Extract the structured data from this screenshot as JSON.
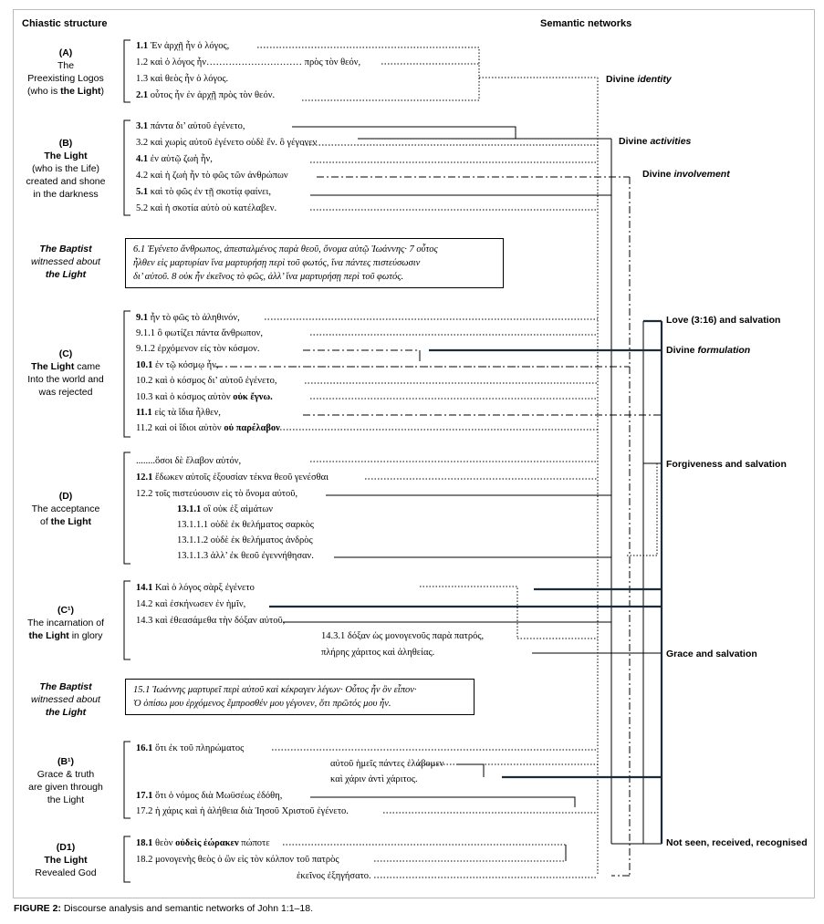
{
  "headers": {
    "left": "Chiastic structure",
    "right": "Semantic networks"
  },
  "sections": [
    {
      "id": "A",
      "label": [
        "(A)",
        "The",
        "Preexisting Logos",
        "(who is the Light)"
      ]
    },
    {
      "id": "B",
      "label": [
        "(B)",
        "The Light",
        "(who is the Life)",
        "created and shone",
        "in the darkness"
      ]
    },
    {
      "id": "Baptist1",
      "label": [
        "The Baptist",
        "witnessed about",
        "the Light"
      ]
    },
    {
      "id": "C",
      "label": [
        "(C)",
        "The Light came",
        "Into the world and",
        "was rejected"
      ]
    },
    {
      "id": "D",
      "label": [
        "(D)",
        "The acceptance",
        "of the Light"
      ]
    },
    {
      "id": "C1",
      "label": [
        "(C¹)",
        "The incarnation of",
        "the Light in glory"
      ]
    },
    {
      "id": "Baptist2",
      "label": [
        "The Baptist",
        "witnessed about",
        "the Light"
      ]
    },
    {
      "id": "B1",
      "label": [
        "(B¹)",
        "Grace & truth",
        "are given through",
        "the Light"
      ]
    },
    {
      "id": "D1",
      "label": [
        "(D1)",
        "The Light",
        "Revealed God"
      ]
    }
  ],
  "verses": {
    "v1_1": {
      "num": "1.1",
      "text": "Ἐν ἀρχῇ ἦν ὁ λόγος,"
    },
    "v1_2": {
      "num": "",
      "text": "1.2 καὶ ὁ λόγος ἦν………………………… πρὸς τὸν θεόν,"
    },
    "v1_3": {
      "num": "",
      "text": "1.3 καὶ θεὸς ἦν ὁ λόγος."
    },
    "v2_1": {
      "num": "2.1",
      "text": "οὗτος ἦν ἐν ἀρχῇ πρὸς τὸν θεόν."
    },
    "v3_1": {
      "num": "3.1",
      "text": "πάντα δι’ αὐτοῦ ἐγένετο,"
    },
    "v3_2": {
      "num": "",
      "text": "3.2 καὶ χωρὶς αὐτοῦ ἐγένετο οὐδὲ ἕν. ὃ γέγονεν"
    },
    "v4_1": {
      "num": "4.1",
      "text": "ἐν αὐτῷ ζωὴ ἦν,"
    },
    "v4_2": {
      "num": "",
      "text": "4.2 καὶ ἡ ζωὴ ἦν τὸ φῶς τῶν ἀνθρώπων"
    },
    "v5_1": {
      "num": "5.1",
      "text": "καὶ τὸ φῶς ἐν τῇ σκοτίᾳ φαίνει,"
    },
    "v5_2": {
      "num": "",
      "text": "5.2 καὶ ἡ σκοτία αὐτὸ οὐ κατέλαβεν."
    },
    "v6": {
      "lines": [
        "6.1 Ἐγένετο ἄνθρωπος, ἀπεσταλμένος παρὰ θεοῦ, ὄνομα αὐτῷ Ἰωάννης· 7 οὗτος",
        "ἦλθεν εἰς μαρτυρίαν ἵνα μαρτυρήσῃ περὶ τοῦ φωτός, ἵνα πάντες πιστεύσωσιν",
        "δι’ αὐτοῦ. 8 οὐκ ἦν ἐκεῖνος τὸ φῶς, ἀλλ’ ἵνα μαρτυρήσῃ περὶ τοῦ φωτός."
      ]
    },
    "v9_1": {
      "num": "9.1",
      "text": "ἦν τὸ φῶς τὸ ἀληθινόν,"
    },
    "v9_1_1": {
      "num": "",
      "text": "9.1.1 ὃ φωτίζει πάντα ἄνθρωπον,"
    },
    "v9_1_2": {
      "num": "",
      "text": "9.1.2 ἐρχόμενον εἰς τὸν κόσμον."
    },
    "v10_1": {
      "num": "10.1",
      "text": "ἐν τῷ κόσμῳ ἦν,"
    },
    "v10_2": {
      "num": "",
      "text": "10.2 καὶ ὁ κόσμος δι’ αὐτοῦ ἐγένετο,"
    },
    "v10_3": {
      "num": "",
      "text": "10.3 καὶ ὁ κόσμος αὐτὸν",
      "bold": "οὐκ ἔγνω."
    },
    "v11_1": {
      "num": "11.1",
      "text": "εἰς τὰ ἴδια ἦλθεν,"
    },
    "v11_2": {
      "num": "",
      "text": "11.2 καὶ οἱ ἴδιοι αὐτὸν",
      "bold": "οὐ παρέλαβον"
    },
    "v12_0": {
      "num": "",
      "text": "........ὅσοι δὲ ἔλαβον αὐτόν,"
    },
    "v12_1": {
      "num": "12.1",
      "text": "ἔδωκεν αὐτοῖς ἐξουσίαν τέκνα θεοῦ γενέσθαι"
    },
    "v12_2": {
      "num": "",
      "text": "12.2 τοῖς πιστεύουσιν εἰς τὸ ὄνομα αὐτοῦ,"
    },
    "v13_1": {
      "num": "13.1.1",
      "text": "οἳ οὐκ ἐξ αἱμάτων"
    },
    "v13_1_1": {
      "num": "",
      "text": "13.1.1.1 οὐδὲ ἐκ θελήματος σαρκὸς"
    },
    "v13_1_2": {
      "num": "",
      "text": "13.1.1.2 οὐδὲ ἐκ θελήματος ἀνδρὸς"
    },
    "v13_1_3": {
      "num": "",
      "text": "13.1.1.3 ἀλλ’ ἐκ θεοῦ ἐγεννήθησαν."
    },
    "v14_1": {
      "num": "14.1",
      "text": "Καὶ ὁ λόγος σὰρξ ἐγένετο"
    },
    "v14_2": {
      "num": "",
      "text": "14.2 καὶ ἐσκήνωσεν ἐν ἡμῖν,"
    },
    "v14_3": {
      "num": "",
      "text": "14.3 καὶ ἐθεασάμεθα τὴν δόξαν αὐτοῦ,"
    },
    "v14_3_1": {
      "num": "",
      "text": "14.3.1 δόξαν ὡς μονογενοῦς παρὰ πατρός,"
    },
    "v14_3_2": {
      "num": "",
      "text": "πλήρης χάριτος καὶ ἀληθείας."
    },
    "v15": {
      "lines": [
        "15.1 Ἰωάννης μαρτυρεῖ περὶ αὐτοῦ καὶ κέκραγεν λέγων· Οὗτος ἦν ὃν εἶπον·",
        "Ὁ ὀπίσω μου ἐρχόμενος ἔμπροσθέν μου γέγονεν, ὅτι πρῶτός μου ἦν."
      ]
    },
    "v16_1": {
      "num": "16.1",
      "text": "ὅτι ἐκ τοῦ πληρώματος"
    },
    "v16_2": {
      "num": "",
      "text": "αὐτοῦ ἡμεῖς πάντες ἐλάβομεν"
    },
    "v16_3": {
      "num": "",
      "text": "καὶ χάριν ἀντὶ χάριτος."
    },
    "v17_1": {
      "num": "17.1",
      "text": "ὅτι ὁ νόμος διὰ Μωϋσέως ἐδόθη,"
    },
    "v17_2": {
      "num": "",
      "text": "17.2 ἡ χάρις καὶ ἡ ἀλήθεια διὰ Ἰησοῦ Χριστοῦ ἐγένετο."
    },
    "v18_1": {
      "num": "18.1",
      "text": "θεὸν",
      "bold": "οὐδεὶς ἑώρακεν",
      "after": "πώποτε"
    },
    "v18_2": {
      "num": "",
      "text": "18.2 μονογενὴς θεὸς ὁ ὢν εἰς τὸν κόλπον τοῦ πατρὸς"
    },
    "v18_3": {
      "num": "",
      "text": "ἐκεῖνος ἐξηγήσατο."
    }
  },
  "networks": {
    "identity": {
      "pre": "Divine ",
      "it": "identity"
    },
    "activities": {
      "pre": "Divine ",
      "it": "activities"
    },
    "involvement": {
      "pre": "Divine ",
      "it": "involvement"
    },
    "love": {
      "pre": "Love (3:16) and salvation",
      "it": ""
    },
    "formulation": {
      "pre": "Divine ",
      "it": "formulation"
    },
    "forgiveness": {
      "pre": "Forgiveness and salvation",
      "it": ""
    },
    "grace": {
      "pre": "Grace and salvation",
      "it": ""
    },
    "notseen": {
      "pre": "Not seen, received, recognised",
      "it": ""
    }
  },
  "caption": {
    "label": "FIGURE 2:",
    "text": " Discourse analysis and semantic networks of John 1:1–18."
  }
}
